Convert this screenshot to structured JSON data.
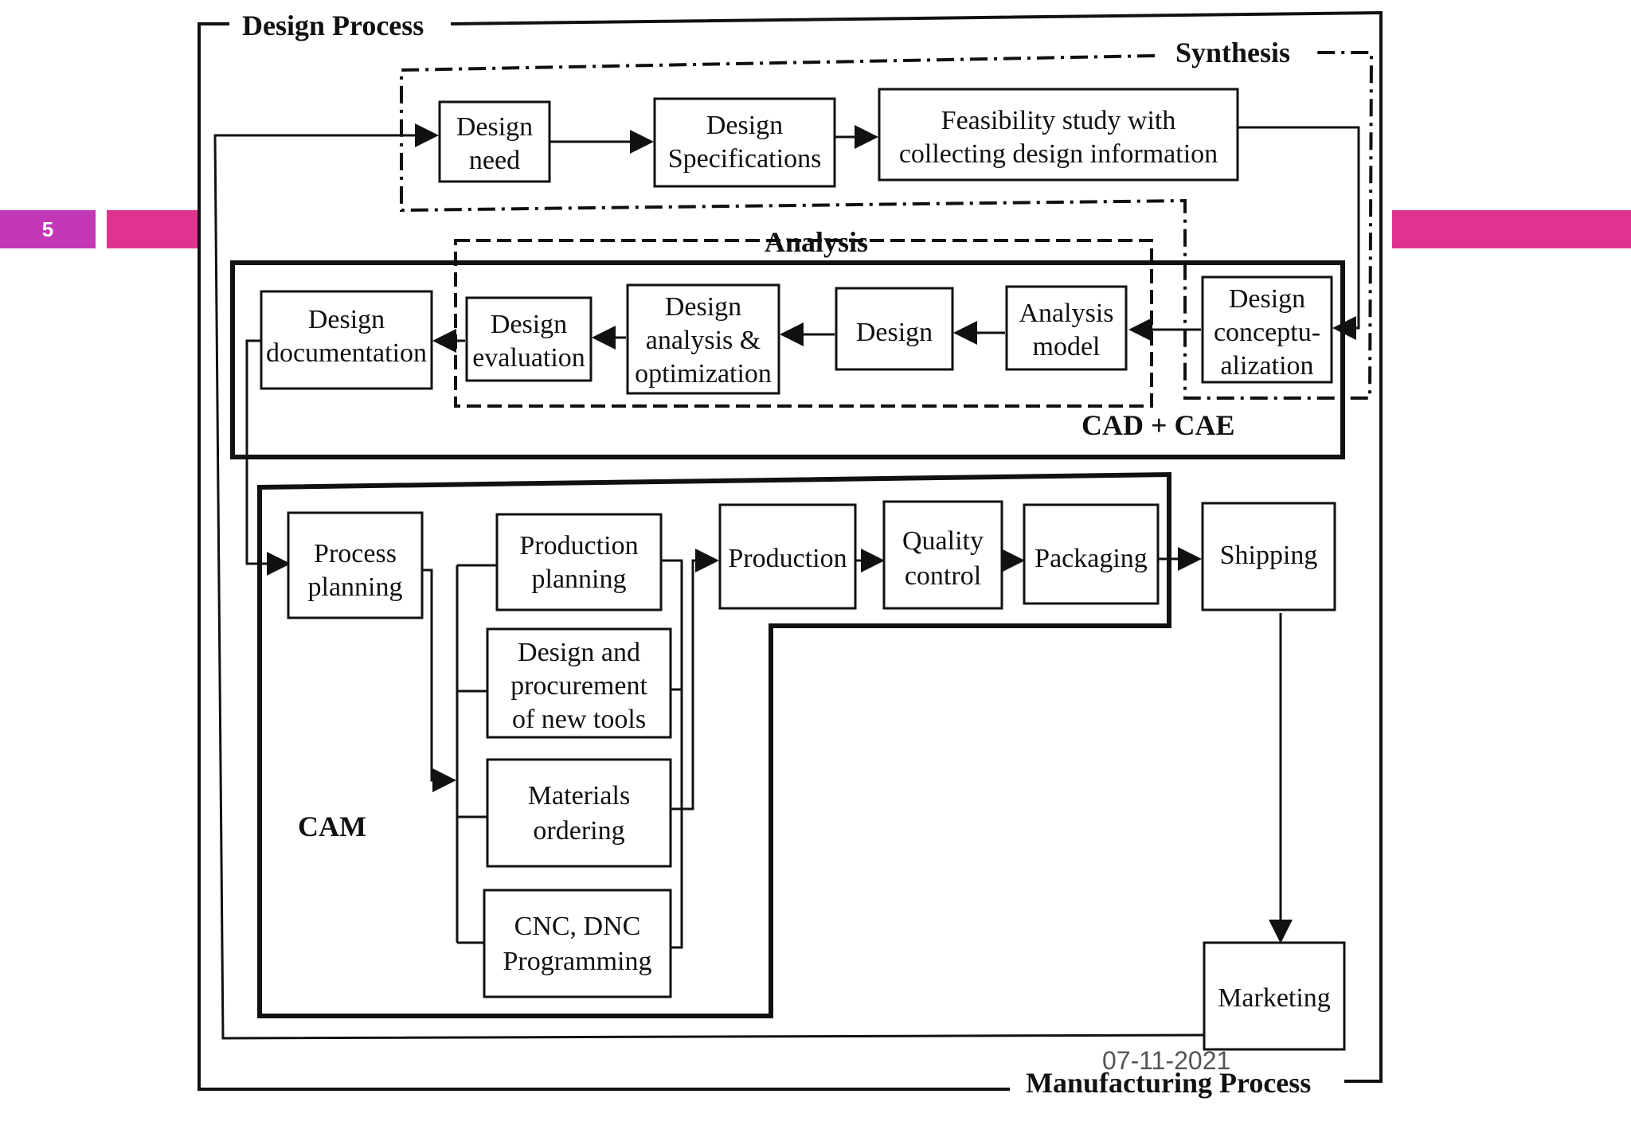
{
  "slide": {
    "number": "5",
    "date": "07-11-2021"
  },
  "diagram": {
    "design_process_title": "Design Process",
    "synthesis_title": "Synthesis",
    "analysis_title": "Analysis",
    "cad_cae_title": "CAD + CAE",
    "cam_title": "CAM",
    "manufacturing_process_title": "Manufacturing Process",
    "boxes": {
      "design_need": [
        "Design",
        "need"
      ],
      "design_specifications": [
        "Design",
        "Specifications"
      ],
      "feasibility_study": [
        "Feasibility study with",
        "collecting design information"
      ],
      "design_conceptualization": [
        "Design",
        "conceptu-",
        "alization"
      ],
      "analysis_model": [
        "Analysis",
        "model"
      ],
      "design": [
        "Design"
      ],
      "design_analysis_optimization": [
        "Design",
        "analysis &",
        "optimization"
      ],
      "design_evaluation": [
        "Design",
        "evaluation"
      ],
      "design_documentation": [
        "Design",
        "documentation"
      ],
      "process_planning": [
        "Process",
        "planning"
      ],
      "production_planning": [
        "Production",
        "planning"
      ],
      "design_procurement_tools": [
        "Design and",
        "procurement",
        "of new tools"
      ],
      "materials_ordering": [
        "Materials",
        "ordering"
      ],
      "cnc_dnc_programming": [
        "CNC, DNC",
        "Programming"
      ],
      "production": [
        "Production"
      ],
      "quality_control": [
        "Quality",
        "control"
      ],
      "packaging": [
        "Packaging"
      ],
      "shipping": [
        "Shipping"
      ],
      "marketing": [
        "Marketing"
      ]
    }
  }
}
